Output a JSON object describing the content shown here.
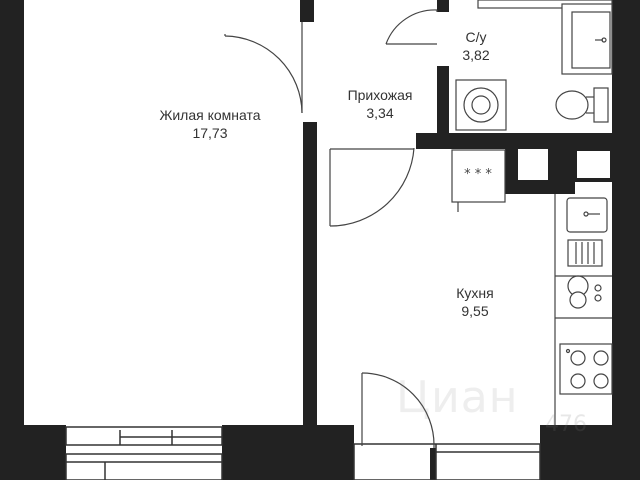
{
  "colors": {
    "wall": "#222222",
    "line": "#444444",
    "floor": "#ffffff"
  },
  "rooms": {
    "living": {
      "name": "Жилая комната",
      "area": "17,73"
    },
    "hall": {
      "name": "Прихожая",
      "area": "3,34"
    },
    "bath": {
      "name": "С/у",
      "area": "3,82"
    },
    "kitchen": {
      "name": "Кухня",
      "area": "9,55"
    }
  },
  "appliances": {
    "stove_top_marks": "* * *"
  },
  "watermark": {
    "text": "Циан",
    "number": "476"
  },
  "icons": [
    "washing-machine-icon",
    "toilet-icon",
    "sink-icon",
    "stove-icon",
    "dishwasher-icon",
    "radiator-icon"
  ]
}
